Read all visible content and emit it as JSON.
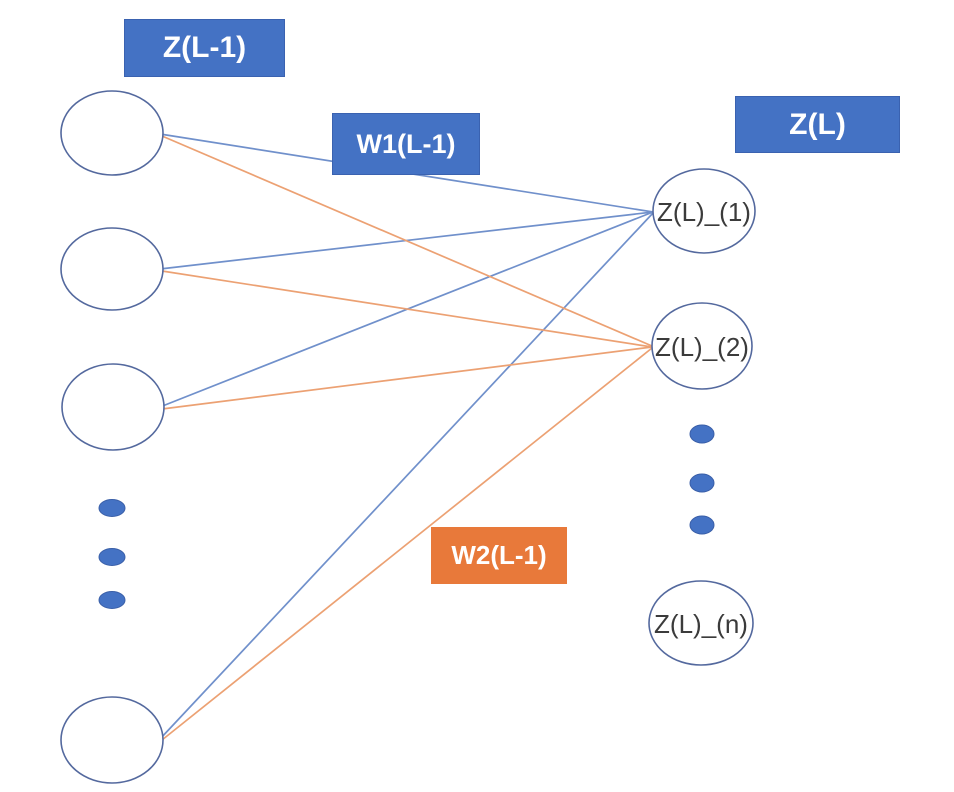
{
  "diagram": {
    "description": "Neural network fully-connected layer diagram: previous layer Z(L-1) connects to layer Z(L) via weight sets W1(L-1) (blue edges into node Z(L)_(1)) and W2(L-1) (orange edges into node Z(L)_(2))",
    "labels": {
      "left_layer": "Z(L-1)",
      "weights1": "W1(L-1)",
      "right_layer": "Z(L)",
      "weights2": "W2(L-1)"
    },
    "left_nodes": [
      "",
      "",
      "",
      ""
    ],
    "right_nodes": [
      "Z(L)_(1)",
      "Z(L)_(2)",
      "Z(L)_(n)"
    ],
    "ellipsis": {
      "left_dots": 3,
      "right_dots": 3
    },
    "edges": {
      "blue_set": "each left node to Z(L)_(1)",
      "orange_set": "each left node to Z(L)_(2)"
    },
    "colors": {
      "accent_blue": "#4472C4",
      "accent_orange": "#E8793A",
      "line_blue": "#7090CB",
      "line_orange": "#ECA173",
      "node_stroke": "#54699E",
      "dot_stroke": "#3A5FA8",
      "box_border_blue": "#3A62B0",
      "text_dark": "#3B3B3B"
    }
  }
}
